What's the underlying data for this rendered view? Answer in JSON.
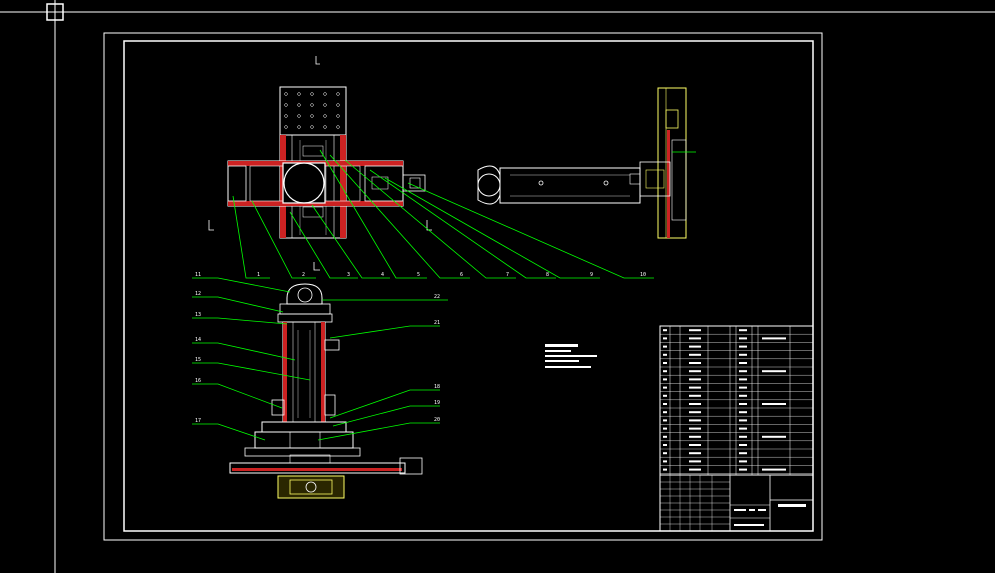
{
  "colors": {
    "background": "#000000",
    "frame": "#ffffff",
    "section_fill": "#cc2222",
    "leader": "#00ff00",
    "yellow": "#ffff66",
    "grid": "#ffffff"
  },
  "callouts_top": [
    "1",
    "2",
    "3",
    "4",
    "5",
    "6",
    "7",
    "8",
    "9",
    "10"
  ],
  "callouts_left": [
    "11",
    "12",
    "13",
    "14",
    "15",
    "16",
    "17"
  ],
  "callouts_right": [
    "22",
    "21",
    "18",
    "19",
    "20"
  ],
  "icons": [
    "crosshair-icon"
  ]
}
